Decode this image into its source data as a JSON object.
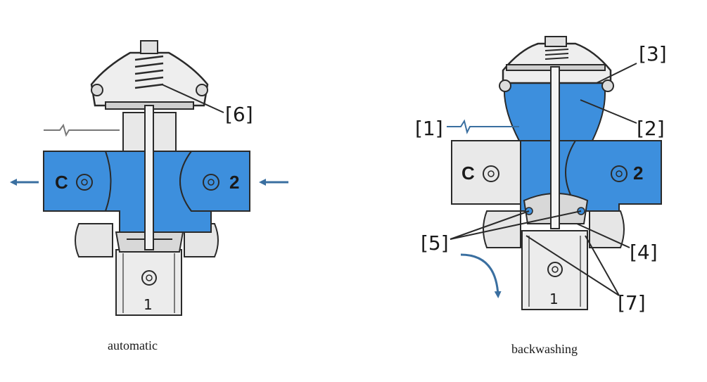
{
  "colors": {
    "water": "#3d8fdd",
    "metal": "#e6e6e6",
    "outline": "#2a2a2a",
    "arrow": "#3a6fa0"
  },
  "left_diagram": {
    "caption": "automatic",
    "port_outlet": "C",
    "port_inlet": "2",
    "port_bottom": "1",
    "callout_6": "[6]"
  },
  "right_diagram": {
    "caption": "backwashing",
    "port_outlet": "C",
    "port_inlet": "2",
    "port_bottom": "1",
    "callout_1": "[1]",
    "callout_2": "[2]",
    "callout_3": "[3]",
    "callout_4": "[4]",
    "callout_5": "[5]",
    "callout_7": "[7]"
  }
}
